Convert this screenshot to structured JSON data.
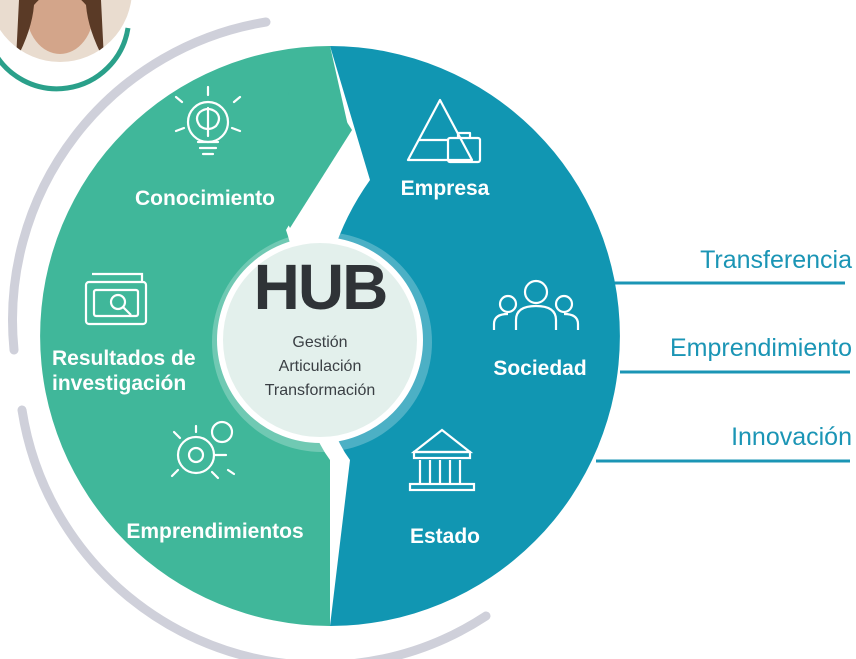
{
  "hub": {
    "title": "HUB",
    "lines": [
      "Gestión",
      "Articulación",
      "Transformación"
    ]
  },
  "left_segments": [
    {
      "label": "Conocimiento",
      "icon": "brain-bulb-icon"
    },
    {
      "label_line1": "Resultados de",
      "label_line2": "investigación",
      "icon": "research-document-icon"
    },
    {
      "label": "Emprendimientos",
      "icon": "gear-bulb-icon"
    }
  ],
  "right_segments": [
    {
      "label": "Empresa",
      "icon": "pyramid-briefcase-icon"
    },
    {
      "label": "Sociedad",
      "icon": "people-group-icon"
    },
    {
      "label": "Estado",
      "icon": "government-building-icon"
    }
  ],
  "outcomes": [
    "Transferencia",
    "Emprendimiento",
    "Innovación"
  ],
  "colors": {
    "left_segment": "#40b79a",
    "right_segment": "#1196b2",
    "hub_center": "#e3f0ec",
    "outer_ring": "#cfd0da",
    "outcome_text": "#1b95b5",
    "hub_text": "#2f3337"
  }
}
